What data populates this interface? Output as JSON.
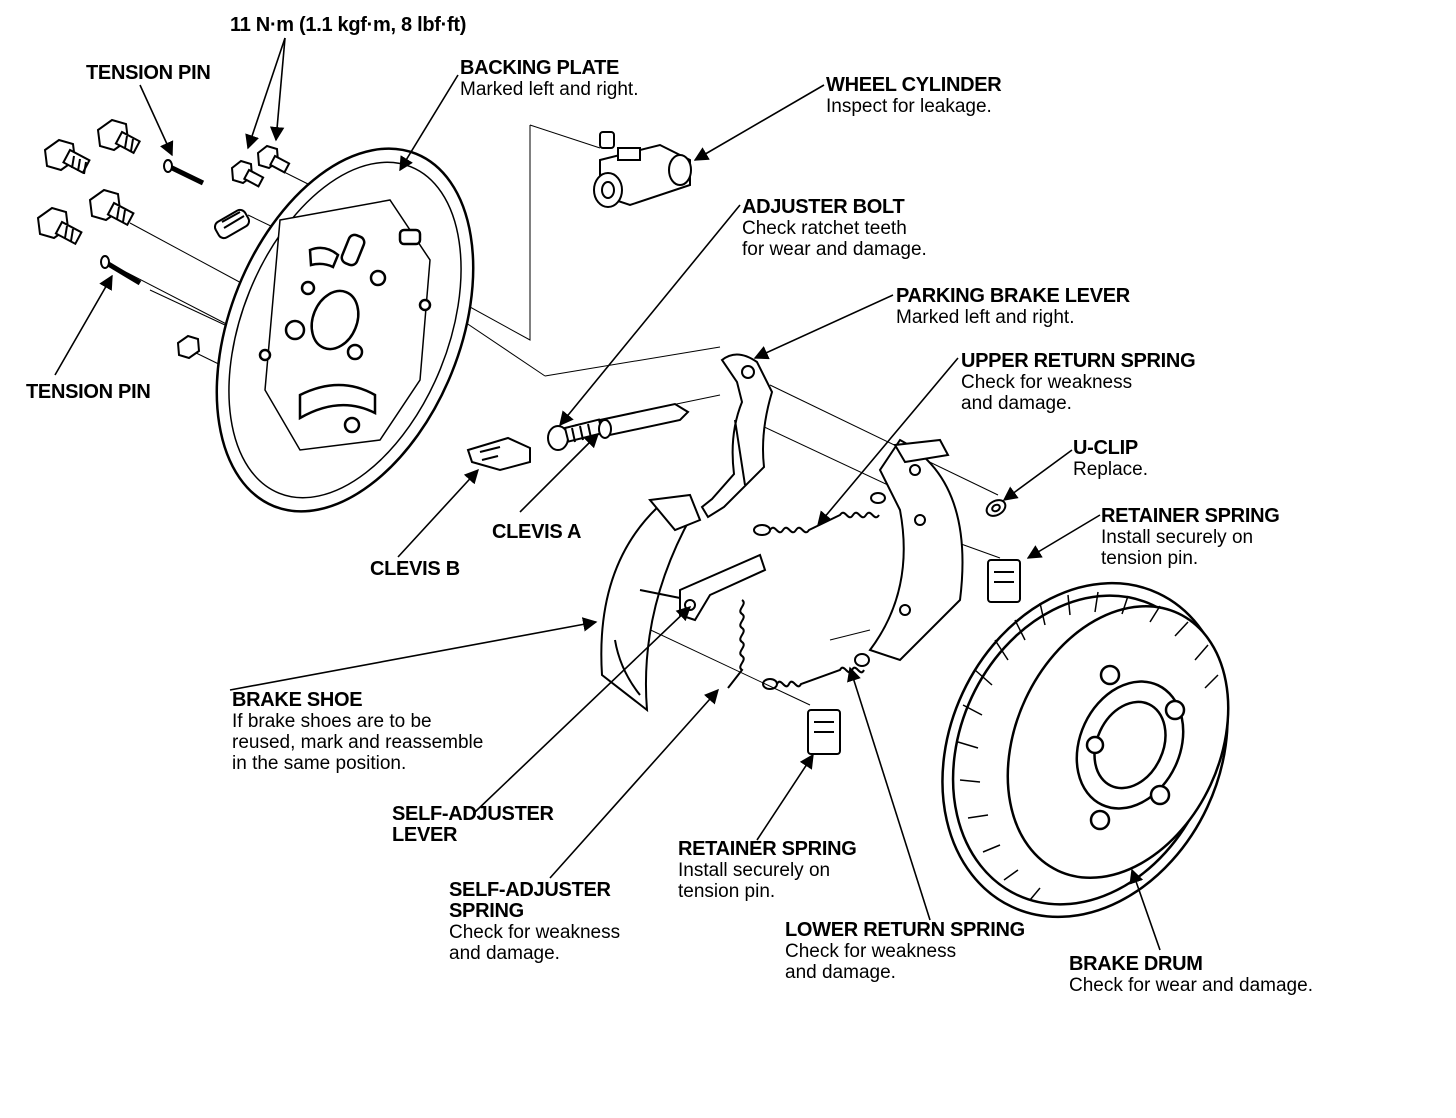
{
  "torque": "11 N·m (1.1 kgf·m, 8 lbf·ft)",
  "labels": {
    "tension_pin_upper": {
      "title": "TENSION PIN"
    },
    "tension_pin_lower": {
      "title": "TENSION PIN"
    },
    "backing_plate": {
      "title": "BACKING PLATE",
      "note": [
        "Marked left and right."
      ]
    },
    "wheel_cylinder": {
      "title": "WHEEL CYLINDER",
      "note": [
        "Inspect for leakage."
      ]
    },
    "adjuster_bolt": {
      "title": "ADJUSTER BOLT",
      "note": [
        "Check ratchet teeth",
        "for wear and damage."
      ]
    },
    "parking_brake_lever": {
      "title": "PARKING BRAKE LEVER",
      "note": [
        "Marked left and right."
      ]
    },
    "upper_return_spring": {
      "title": "UPPER RETURN SPRING",
      "note": [
        "Check for weakness",
        "and damage."
      ]
    },
    "u_clip": {
      "title": "U-CLIP",
      "note": [
        "Replace."
      ]
    },
    "retainer_spring_right": {
      "title": "RETAINER SPRING",
      "note": [
        "Install securely on",
        "tension pin."
      ]
    },
    "clevis_a": {
      "title": "CLEVIS A"
    },
    "clevis_b": {
      "title": "CLEVIS B"
    },
    "brake_shoe": {
      "title": "BRAKE SHOE",
      "note": [
        "If brake shoes are to be",
        "reused, mark and reassemble",
        "in the same position."
      ]
    },
    "self_adjuster_lever": {
      "title": [
        "SELF-ADJUSTER",
        "LEVER"
      ]
    },
    "self_adjuster_spring": {
      "title": [
        "SELF-ADJUSTER",
        "SPRING"
      ],
      "note": [
        "Check for weakness",
        "and damage."
      ]
    },
    "retainer_spring_lower": {
      "title": "RETAINER SPRING",
      "note": [
        "Install securely on",
        "tension pin."
      ]
    },
    "lower_return_spring": {
      "title": "LOWER RETURN SPRING",
      "note": [
        "Check for weakness",
        "and damage."
      ]
    },
    "brake_drum": {
      "title": "BRAKE DRUM",
      "note": [
        "Check for wear and damage."
      ]
    }
  }
}
